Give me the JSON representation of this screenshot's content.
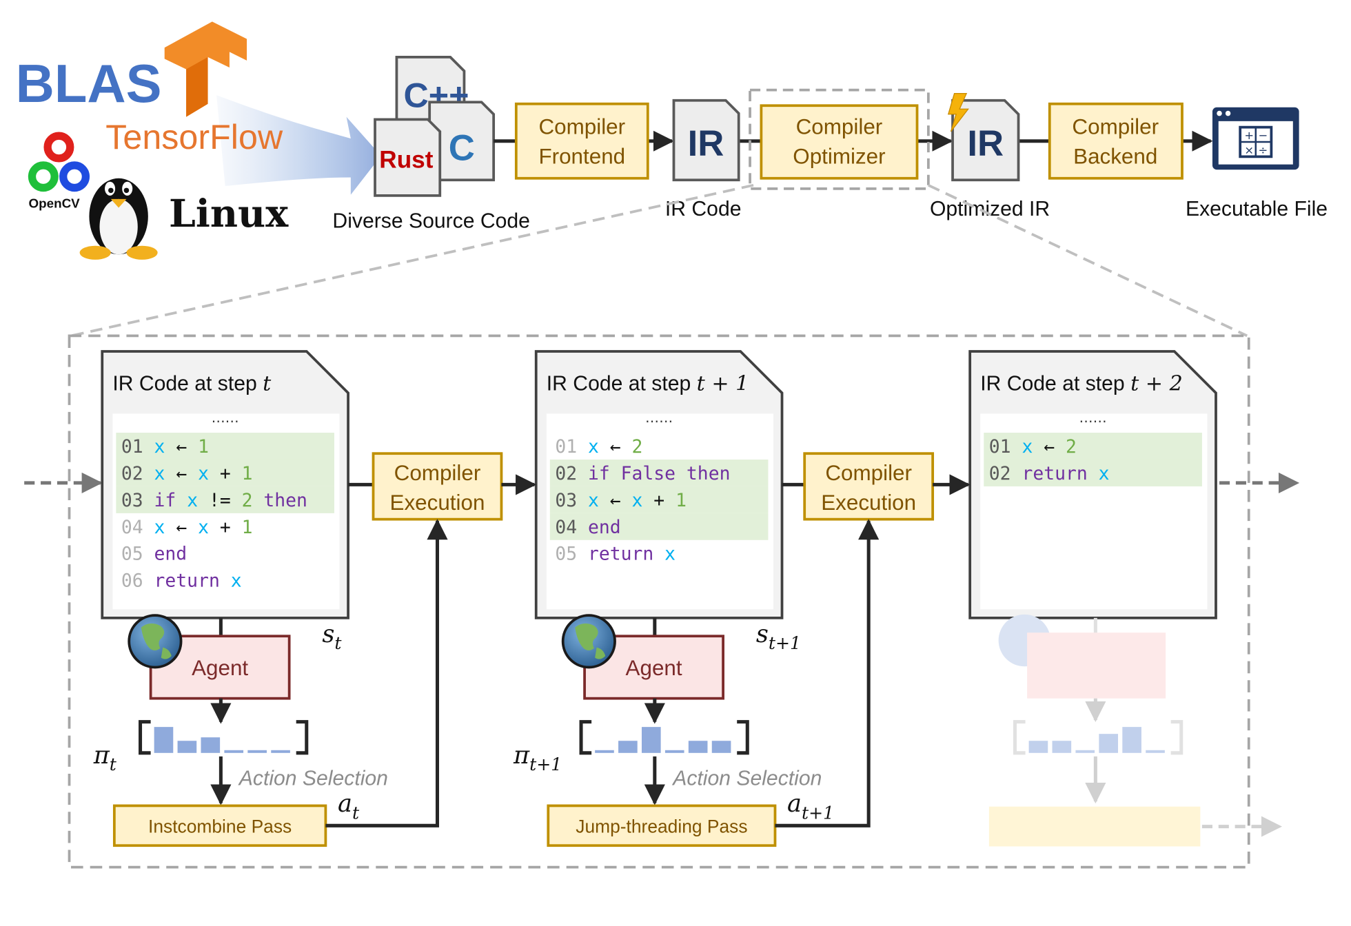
{
  "logos": {
    "blas": "BLAS",
    "tensorflow": "TensorFlow",
    "opencv": "OpenCV",
    "linux": "Linux"
  },
  "pipeline": {
    "source_langs": [
      "C++",
      "C",
      "Rust"
    ],
    "source_label": "Diverse Source Code",
    "frontend": [
      "Compiler",
      "Frontend"
    ],
    "ir_text": "IR",
    "ir_label": "IR Code",
    "optimizer": [
      "Compiler",
      "Optimizer"
    ],
    "opt_ir_label": "Optimized IR",
    "backend": [
      "Compiler",
      "Backend"
    ],
    "exe_label": "Executable File"
  },
  "steps": [
    {
      "title": "IR Code at step",
      "title_math": "t",
      "ellipsis": "……",
      "lines": [
        {
          "num": "01",
          "tokens": [
            {
              "t": "x",
              "c": "var"
            },
            {
              "t": " ← ",
              "c": "op"
            },
            {
              "t": "1",
              "c": "num"
            }
          ],
          "highlight": true
        },
        {
          "num": "02",
          "tokens": [
            {
              "t": "x",
              "c": "var"
            },
            {
              "t": " ← ",
              "c": "op"
            },
            {
              "t": "x",
              "c": "var"
            },
            {
              "t": " + ",
              "c": "op"
            },
            {
              "t": "1",
              "c": "num"
            }
          ],
          "highlight": true
        },
        {
          "num": "03",
          "tokens": [
            {
              "t": "if",
              "c": "kw"
            },
            {
              "t": " ",
              "c": "op"
            },
            {
              "t": "x",
              "c": "var"
            },
            {
              "t": " != ",
              "c": "op"
            },
            {
              "t": "2",
              "c": "num"
            },
            {
              "t": " then",
              "c": "kw"
            }
          ],
          "highlight": true
        },
        {
          "num": "04",
          "tokens": [
            {
              "t": "    ",
              "c": "op"
            },
            {
              "t": "x",
              "c": "var"
            },
            {
              "t": " ← ",
              "c": "op"
            },
            {
              "t": "x",
              "c": "var"
            },
            {
              "t": " + ",
              "c": "op"
            },
            {
              "t": "1",
              "c": "num"
            }
          ],
          "highlight": false
        },
        {
          "num": "05",
          "tokens": [
            {
              "t": "end",
              "c": "kw"
            }
          ],
          "highlight": false
        },
        {
          "num": "06",
          "tokens": [
            {
              "t": "return",
              "c": "kw"
            },
            {
              "t": " ",
              "c": "op"
            },
            {
              "t": "x",
              "c": "var"
            }
          ],
          "highlight": false
        }
      ],
      "state": "s",
      "state_sub": "t",
      "agent": "Agent",
      "policy": "π",
      "policy_sub": "t",
      "policy_bars": [
        0.75,
        0.35,
        0.45,
        0.08,
        0.08,
        0.08
      ],
      "action_label": "Action Selection",
      "action": "a",
      "action_sub": "t",
      "pass": "Instcombine Pass",
      "faded": false
    },
    {
      "title": "IR Code at step",
      "title_math": "t + 1",
      "ellipsis": "……",
      "lines": [
        {
          "num": "01",
          "tokens": [
            {
              "t": "x",
              "c": "var"
            },
            {
              "t": " ← ",
              "c": "op"
            },
            {
              "t": "2",
              "c": "num"
            }
          ],
          "highlight": false
        },
        {
          "num": "02",
          "tokens": [
            {
              "t": "if",
              "c": "kw"
            },
            {
              "t": " False then",
              "c": "kw"
            }
          ],
          "highlight": true
        },
        {
          "num": "03",
          "tokens": [
            {
              "t": "    ",
              "c": "op"
            },
            {
              "t": "x",
              "c": "var"
            },
            {
              "t": " ← ",
              "c": "op"
            },
            {
              "t": "x",
              "c": "var"
            },
            {
              "t": " + ",
              "c": "op"
            },
            {
              "t": "1",
              "c": "num"
            }
          ],
          "highlight": true
        },
        {
          "num": "04",
          "tokens": [
            {
              "t": "end",
              "c": "kw"
            }
          ],
          "highlight": true
        },
        {
          "num": "05",
          "tokens": [
            {
              "t": "return",
              "c": "kw"
            },
            {
              "t": " ",
              "c": "op"
            },
            {
              "t": "x",
              "c": "var"
            }
          ],
          "highlight": false
        }
      ],
      "state": "s",
      "state_sub": "t+1",
      "agent": "Agent",
      "policy": "π",
      "policy_sub": "t+1",
      "policy_bars": [
        0.08,
        0.35,
        0.75,
        0.08,
        0.35,
        0.35
      ],
      "action_label": "Action Selection",
      "action": "a",
      "action_sub": "t+1",
      "pass": "Jump-threading Pass",
      "faded": false
    },
    {
      "title": "IR Code at step",
      "title_math": "t + 2",
      "ellipsis": "……",
      "lines": [
        {
          "num": "01",
          "tokens": [
            {
              "t": "x",
              "c": "var"
            },
            {
              "t": " ← ",
              "c": "op"
            },
            {
              "t": "2",
              "c": "num"
            }
          ],
          "highlight": true
        },
        {
          "num": "02",
          "tokens": [
            {
              "t": "return",
              "c": "kw"
            },
            {
              "t": " ",
              "c": "op"
            },
            {
              "t": "x",
              "c": "var"
            }
          ],
          "highlight": true
        }
      ],
      "policy_bars": [
        0.35,
        0.35,
        0.08,
        0.55,
        0.75,
        0.08
      ],
      "faded": true
    }
  ],
  "execution": [
    "Compiler",
    "Execution"
  ],
  "colors": {
    "box_fill": "#fff2cc",
    "box_stroke": "#bf9000",
    "box_text": "#7f5300",
    "agent_fill": "#fbe5e5",
    "agent_stroke": "#7b2a2a",
    "highlight": "#e2f0d9",
    "bar": "#8faadc",
    "keyword": "#7030a0",
    "variable": "#00b0f0",
    "number": "#70ad47",
    "ir_text": "#1f3864"
  }
}
